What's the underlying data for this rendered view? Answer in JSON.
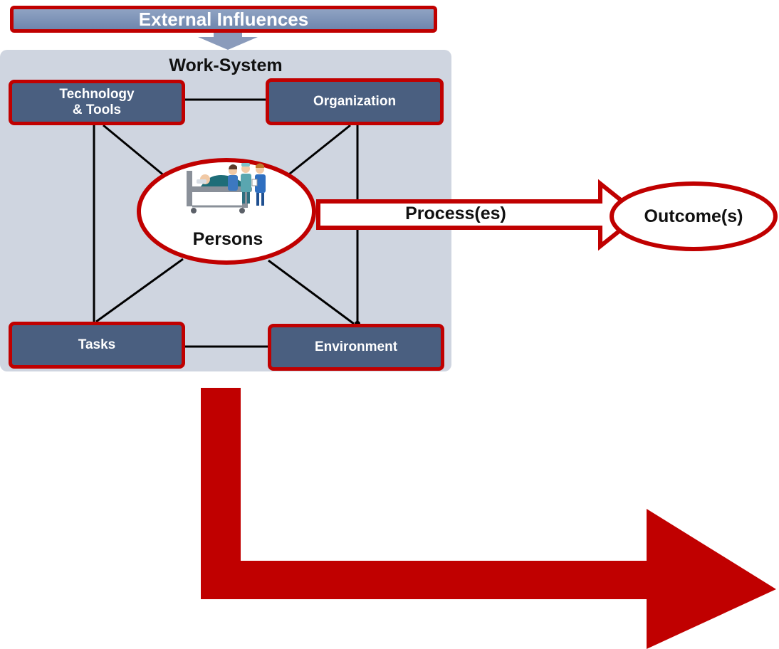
{
  "external_influences": {
    "label": "External Influences"
  },
  "work_system": {
    "title": "Work-System",
    "components": {
      "technology_line1": "Technology",
      "technology_line2": "& Tools",
      "organization": "Organization",
      "tasks": "Tasks",
      "environment": "Environment"
    },
    "persons": {
      "label": "Persons",
      "icon": "patient-and-clinicians-icon"
    }
  },
  "process": {
    "prefix": "Process",
    "suffix_bold": "(es)"
  },
  "outcome": {
    "label": "Outcome(s)"
  },
  "colors": {
    "accent_red": "#c00000",
    "component_fill": "#4a5f80",
    "panel_fill": "#cfd5e0",
    "external_fill": "#7b90b4"
  }
}
